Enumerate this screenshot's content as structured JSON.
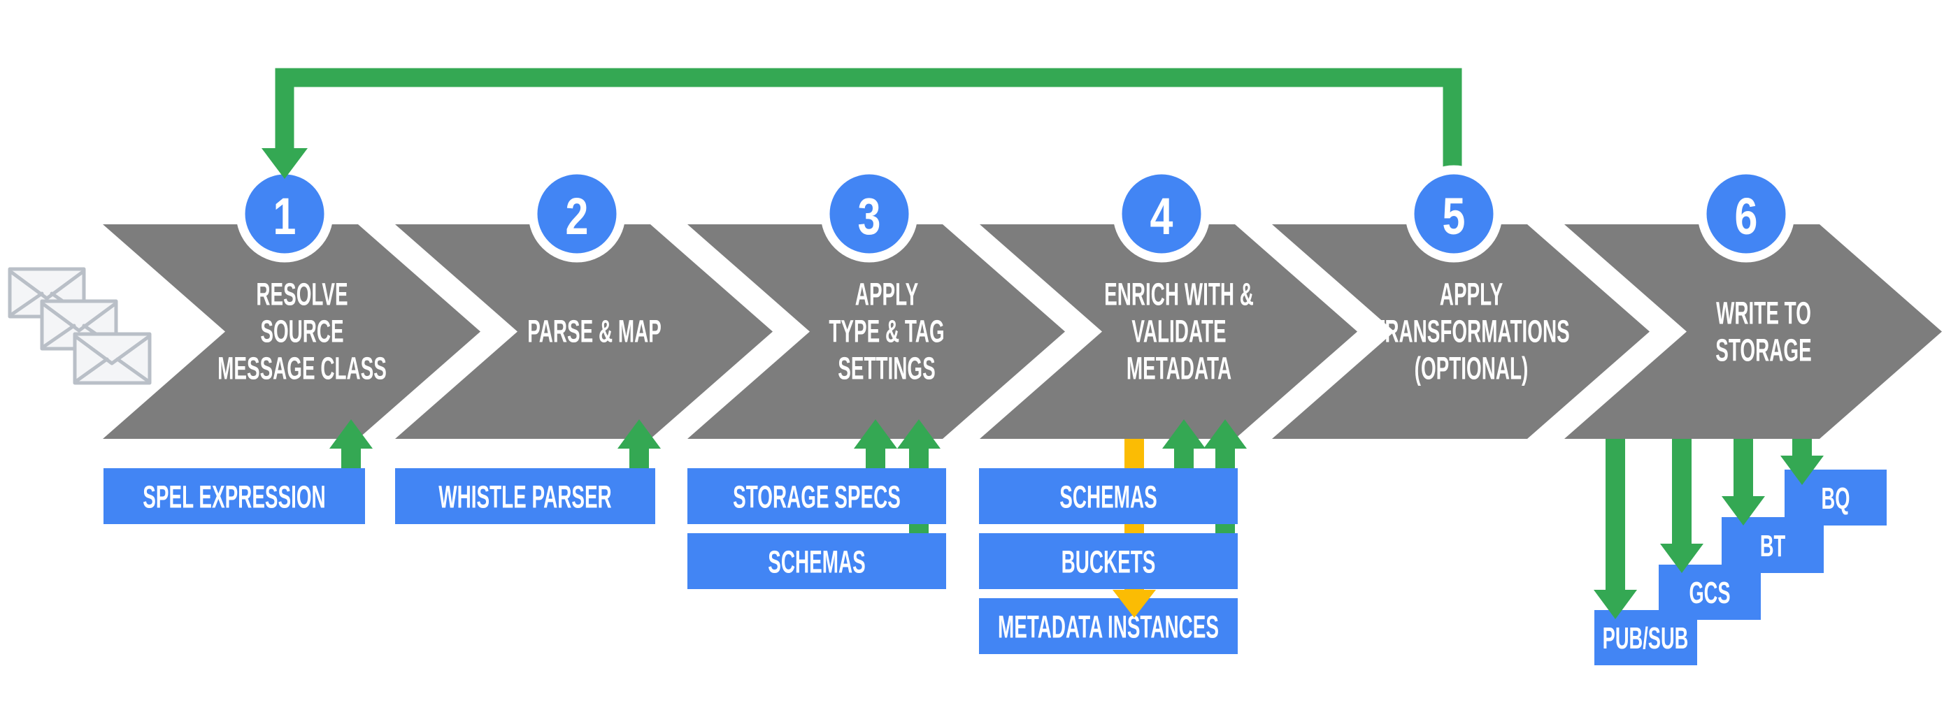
{
  "colors": {
    "chevron_gray": "#7d7d7d",
    "accent_blue": "#4285f4",
    "arrow_green": "#34a853",
    "arrow_yellow": "#fbbc04",
    "label_white": "#ffffff",
    "envelope_stroke": "#b9bfc7",
    "envelope_fill": "#f4f5f7"
  },
  "steps": [
    {
      "number": "1",
      "lines": [
        "RESOLVE",
        "SOURCE",
        "MESSAGE CLASS"
      ]
    },
    {
      "number": "2",
      "lines": [
        "PARSE & MAP"
      ]
    },
    {
      "number": "3",
      "lines": [
        "APPLY",
        "TYPE & TAG",
        "SETTINGS"
      ]
    },
    {
      "number": "4",
      "lines": [
        "ENRICH WITH &",
        "VALIDATE",
        "METADATA"
      ]
    },
    {
      "number": "5",
      "lines": [
        "APPLY",
        "TRANSFORMATIONS",
        "(OPTIONAL)"
      ]
    },
    {
      "number": "6",
      "lines": [
        "WRITE TO",
        "STORAGE"
      ]
    }
  ],
  "resources": [
    {
      "step": "1",
      "label": "SPEL EXPRESSION"
    },
    {
      "step": "2",
      "label": "WHISTLE PARSER"
    },
    {
      "step": "3",
      "label": "STORAGE SPECS"
    },
    {
      "step": "3",
      "label": "SCHEMAS"
    },
    {
      "step": "4",
      "label": "SCHEMAS"
    },
    {
      "step": "4",
      "label": "BUCKETS"
    },
    {
      "step": "4",
      "label": "METADATA INSTANCES"
    }
  ],
  "storage_targets": [
    {
      "label": "PUB/SUB"
    },
    {
      "label": "GCS"
    },
    {
      "label": "BT"
    },
    {
      "label": "BQ"
    }
  ],
  "icons": {
    "envelopes": "incoming-message-envelopes"
  }
}
